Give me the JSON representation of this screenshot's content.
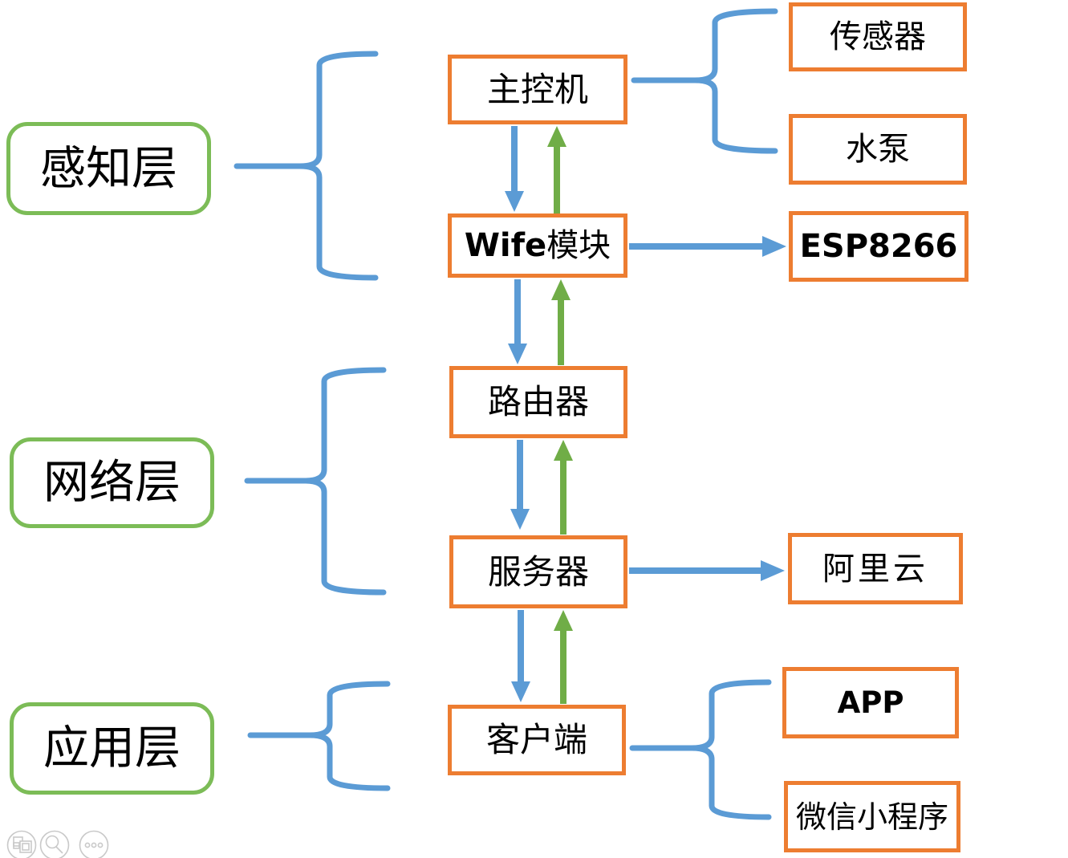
{
  "colors": {
    "orange_box_border": "#ED7D31",
    "green_layer_border": "#7CBC57",
    "blue_connector": "#5B9BD5",
    "green_arrow": "#70AD47",
    "text": "#000000",
    "toolbar_gray": "#C9C9C9"
  },
  "layers": [
    {
      "label": "感知层"
    },
    {
      "label": "网络层"
    },
    {
      "label": "应用层"
    }
  ],
  "nodes": {
    "main_controller": {
      "label": "主控机"
    },
    "wifi_module": {
      "label_en": "Wife",
      "label_zh": "模块"
    },
    "router": {
      "label": "路由器"
    },
    "server": {
      "label": "服务器"
    },
    "client": {
      "label": "客户端"
    },
    "sensor": {
      "label": "传感器"
    },
    "water_pump": {
      "label": "水泵"
    },
    "esp8266": {
      "label": "ESP8266"
    },
    "aliyun": {
      "label": "阿里云"
    },
    "app": {
      "label": "APP"
    },
    "wechat_miniprogram": {
      "label": "微信小程序"
    }
  },
  "toolbar": {
    "icons": [
      {
        "name": "slide-panel-icon"
      },
      {
        "name": "zoom-icon"
      },
      {
        "name": "more-icon"
      }
    ]
  }
}
